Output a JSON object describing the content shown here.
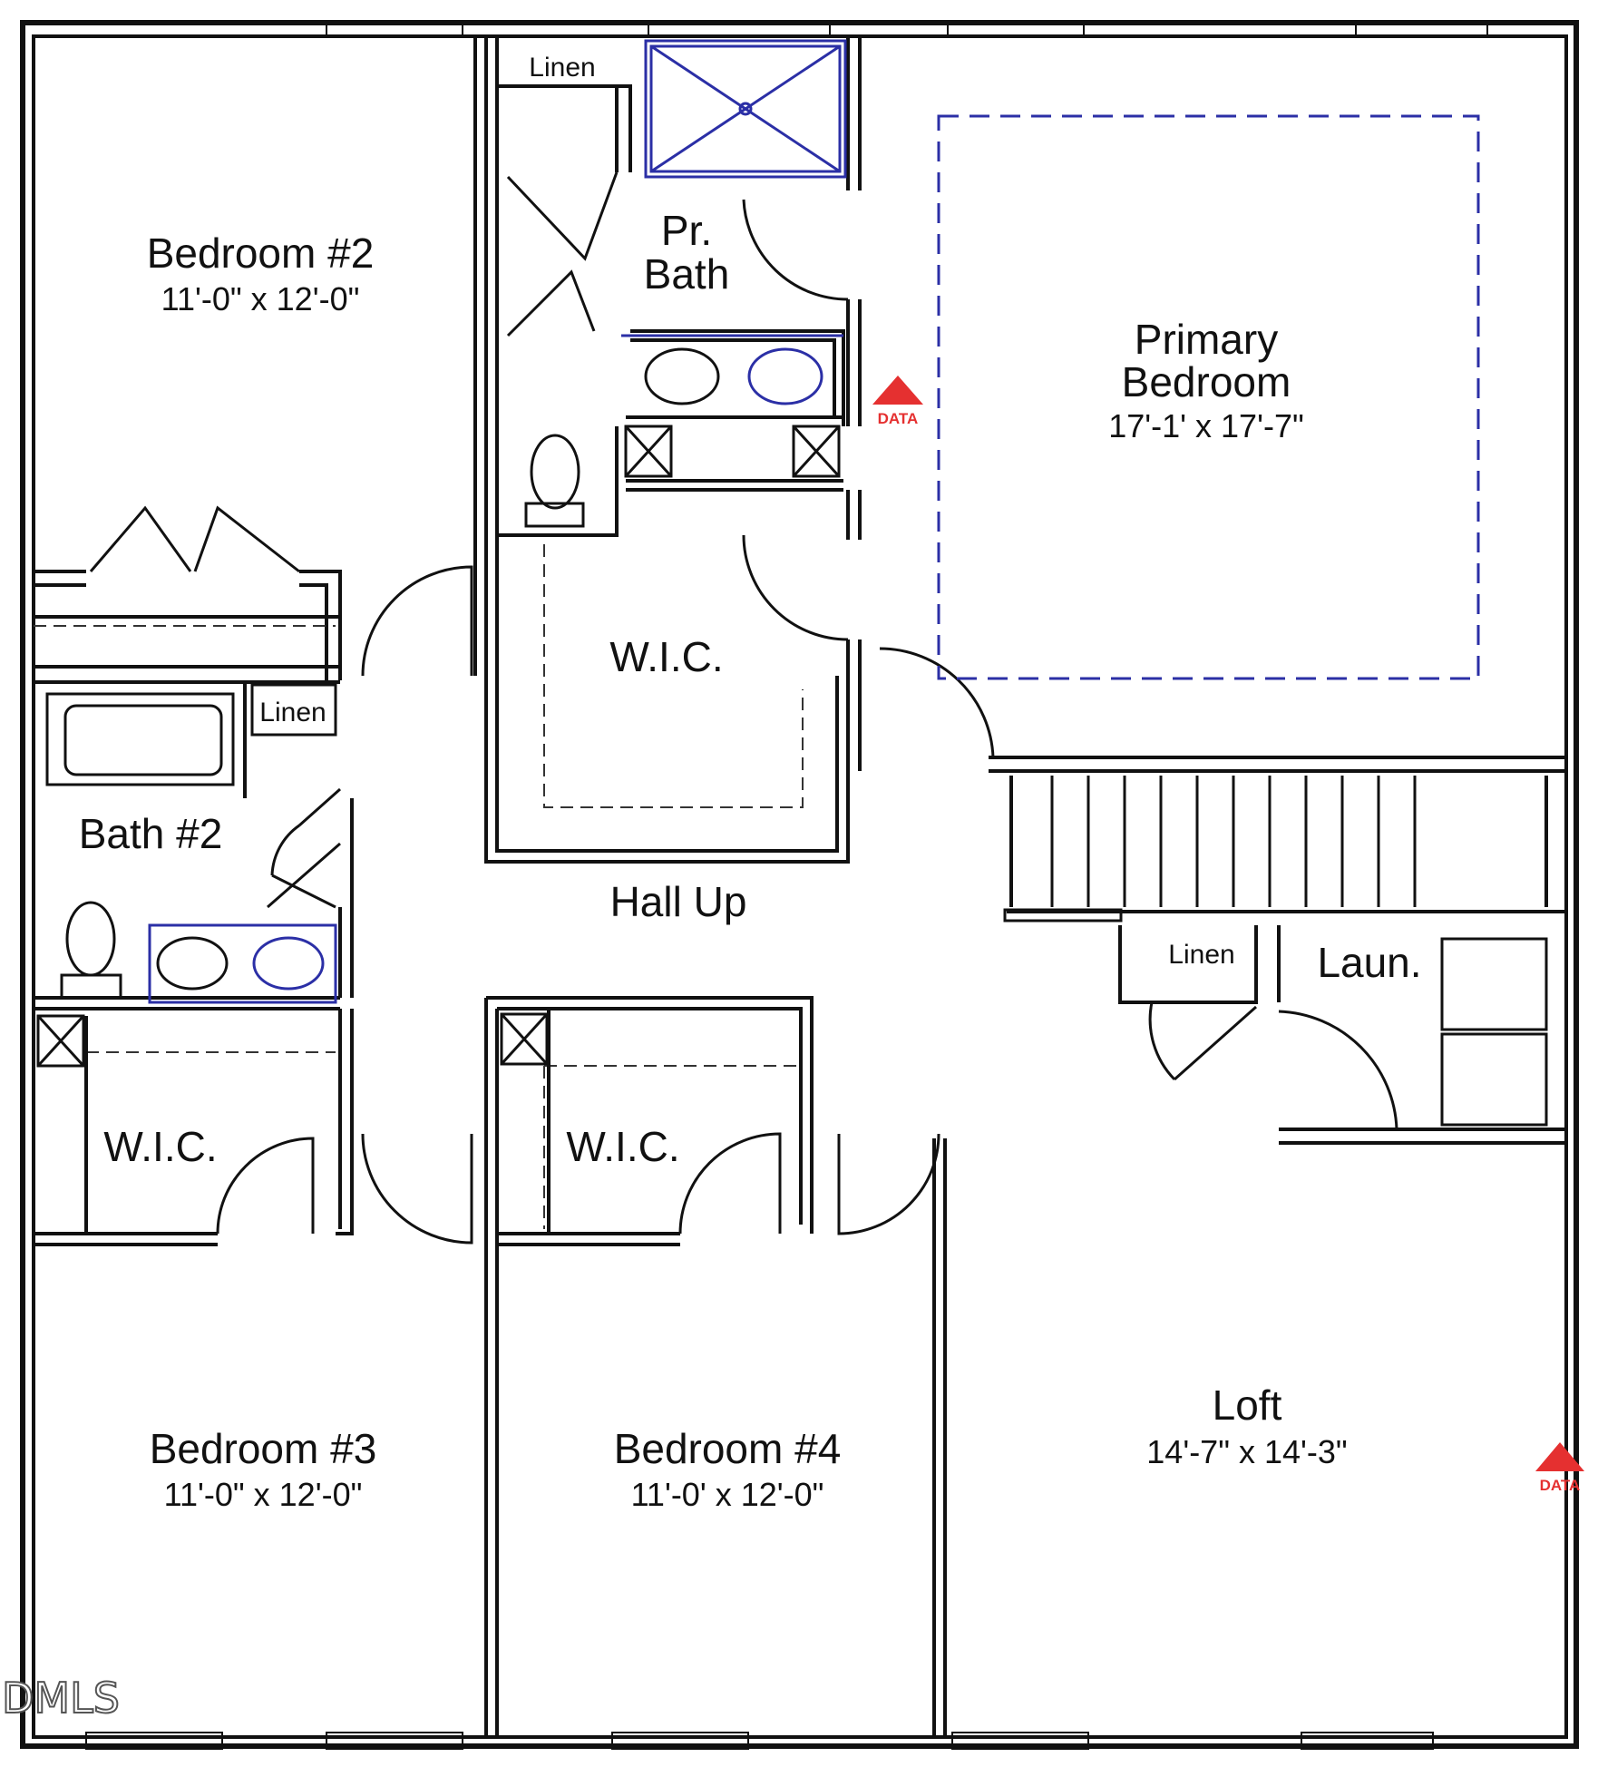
{
  "rooms": {
    "bedroom2": {
      "name": "Bedroom #2",
      "dim": "11'-0\" x 12'-0\""
    },
    "pr_bath": {
      "line1": "Pr.",
      "line2": "Bath"
    },
    "primary": {
      "line1": "Primary",
      "line2": "Bedroom",
      "dim": "17'-1' x 17'-7\""
    },
    "wic_primary": {
      "name": "W.I.C."
    },
    "bath2": {
      "name": "Bath #2"
    },
    "hall": {
      "name": "Hall Up"
    },
    "laundry": {
      "name": "Laun."
    },
    "wic_left": {
      "name": "W.I.C."
    },
    "wic_mid": {
      "name": "W.I.C."
    },
    "bedroom3": {
      "name": "Bedroom #3",
      "dim": "11'-0\" x 12'-0\""
    },
    "bedroom4": {
      "name": "Bedroom #4",
      "dim": "11'-0' x 12'-0\""
    },
    "loft": {
      "name": "Loft",
      "dim": "14'-7\" x 14'-3\""
    }
  },
  "linens": {
    "top": "Linen",
    "bath2": "Linen",
    "laun": "Linen"
  },
  "markers": {
    "label": "DATA",
    "color": "#e53030"
  },
  "watermark": "DMLS",
  "colors": {
    "walls": "#111111",
    "fixtures_blue": "#2b2fa6"
  }
}
